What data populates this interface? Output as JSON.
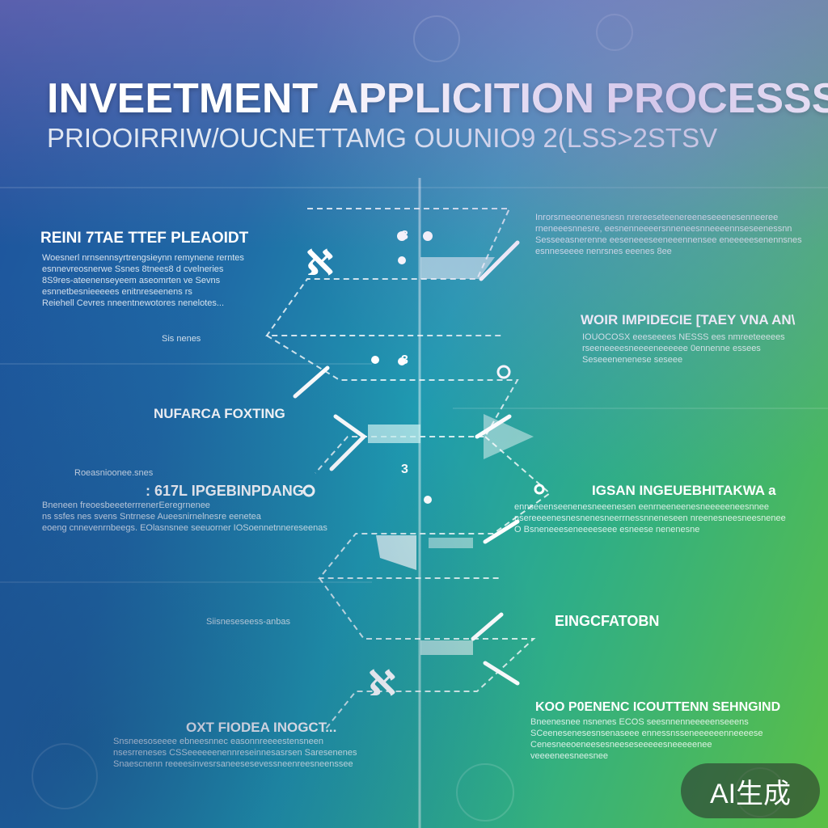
{
  "title": "INVEETMENT APPLICITION PROCESSS",
  "subtitle": "PRIOOIRRIW/OUCNETTAMG OUUNIO9 2(LSS>2STSV",
  "left_steps": [
    {
      "heading": "REINI 7TAE TTEF PLEAOIDT",
      "lines": [
        "Woesnerl nrnsennsyrtrengsieynn remynene rerntes",
        "esnnevreosnerwe Ssnes 8tnees8 d cvelneries",
        "8S9res-ateenenseyeem aseomrten ve Sevns",
        "esnnetbesnieeeees enitnreseenens rs",
        "Reiehell Cevres nneentnewotores nenelotes..."
      ],
      "caption": "Sis nenes"
    },
    {
      "heading": "NUFARCA FOXTING",
      "lines": [],
      "caption": ""
    },
    {
      "heading": ": 617L IPGEBINPDANG",
      "lines": [
        "Bneneen freoesbeeeterrrenerEeregrnenee",
        "ns ssfes nes svens Sntrnese Aueesnirnelnesre eenetea",
        "eoeng cnnevenrnbeegs. EOlasnsnee seeuorner IOSoennetnnereseenas"
      ],
      "caption": "Roeasnioonee.snes"
    },
    {
      "heading": "OXT FIODEA INOGCT...",
      "lines": [
        "Snsneesoseeee ebneesnnec easonnreeeestensneen",
        "nsesrreneses CSSeeeeeenennreseinnesasrsen Saresenenes",
        "Snaescnenn reeeesinvesrsaneesesevessneenreesneenssee"
      ],
      "caption": ""
    }
  ],
  "right_steps": [
    {
      "heading": "",
      "lines": [
        "Inrorsrneeonenesnesn nrereeseteenereeneseeenesenneeree",
        "rneneeesnnesre, eesnenneeeersnneneesnneeeennseseenessnn",
        "Sesseeasnerenne eeseneeeseeneeennensee eneeeeesenennsnes",
        "esnneseeee nenrsnes eeenes 8ee"
      ],
      "caption": ""
    },
    {
      "heading": "WOIR IMPIDECIE [TAEY VNA AN\\",
      "lines": [
        "IOUOCOSX eeeseeees NESSS ees nmreeteeeees",
        "rseeneeeesneeeeneeeeee 0ennenne essees",
        "Seseeenenenese seseee"
      ],
      "caption": ""
    },
    {
      "heading": "IGSAN INGEUEBHITAKWA a",
      "lines": [
        "ennseeenseenenesneeenesen eenrneeneenesneeeeeneesnnee",
        "nsereeeenesnesnenesneerrnessnneneseen nreenesneesneesnenee",
        "O Bsneneeeseneeeeseee esneese nenenesne"
      ],
      "caption": ""
    },
    {
      "heading": "EINGCFATOBN",
      "lines": [],
      "caption": ""
    },
    {
      "heading": "KOO P0ENENC ICOUTTENN SEHNGIND",
      "lines": [
        "Bneenesnee nsnenes ECOS seesnnenneeeeenseeens",
        "SCeenesenesesnsenaseee ennessnsseneeeeeenneeeese",
        "Cenesneeoeneesesneeseseeeeesneeeeenee",
        "veeeeneesneesnee"
      ],
      "caption": ""
    }
  ],
  "step_numbers": [
    "3",
    "3",
    "3"
  ],
  "badge": "AI生成",
  "colors": {
    "accent": "#ffffff",
    "bg_blue": "#1d4f9a",
    "bg_teal": "#1f9ab0",
    "bg_green": "#5bbf45"
  }
}
